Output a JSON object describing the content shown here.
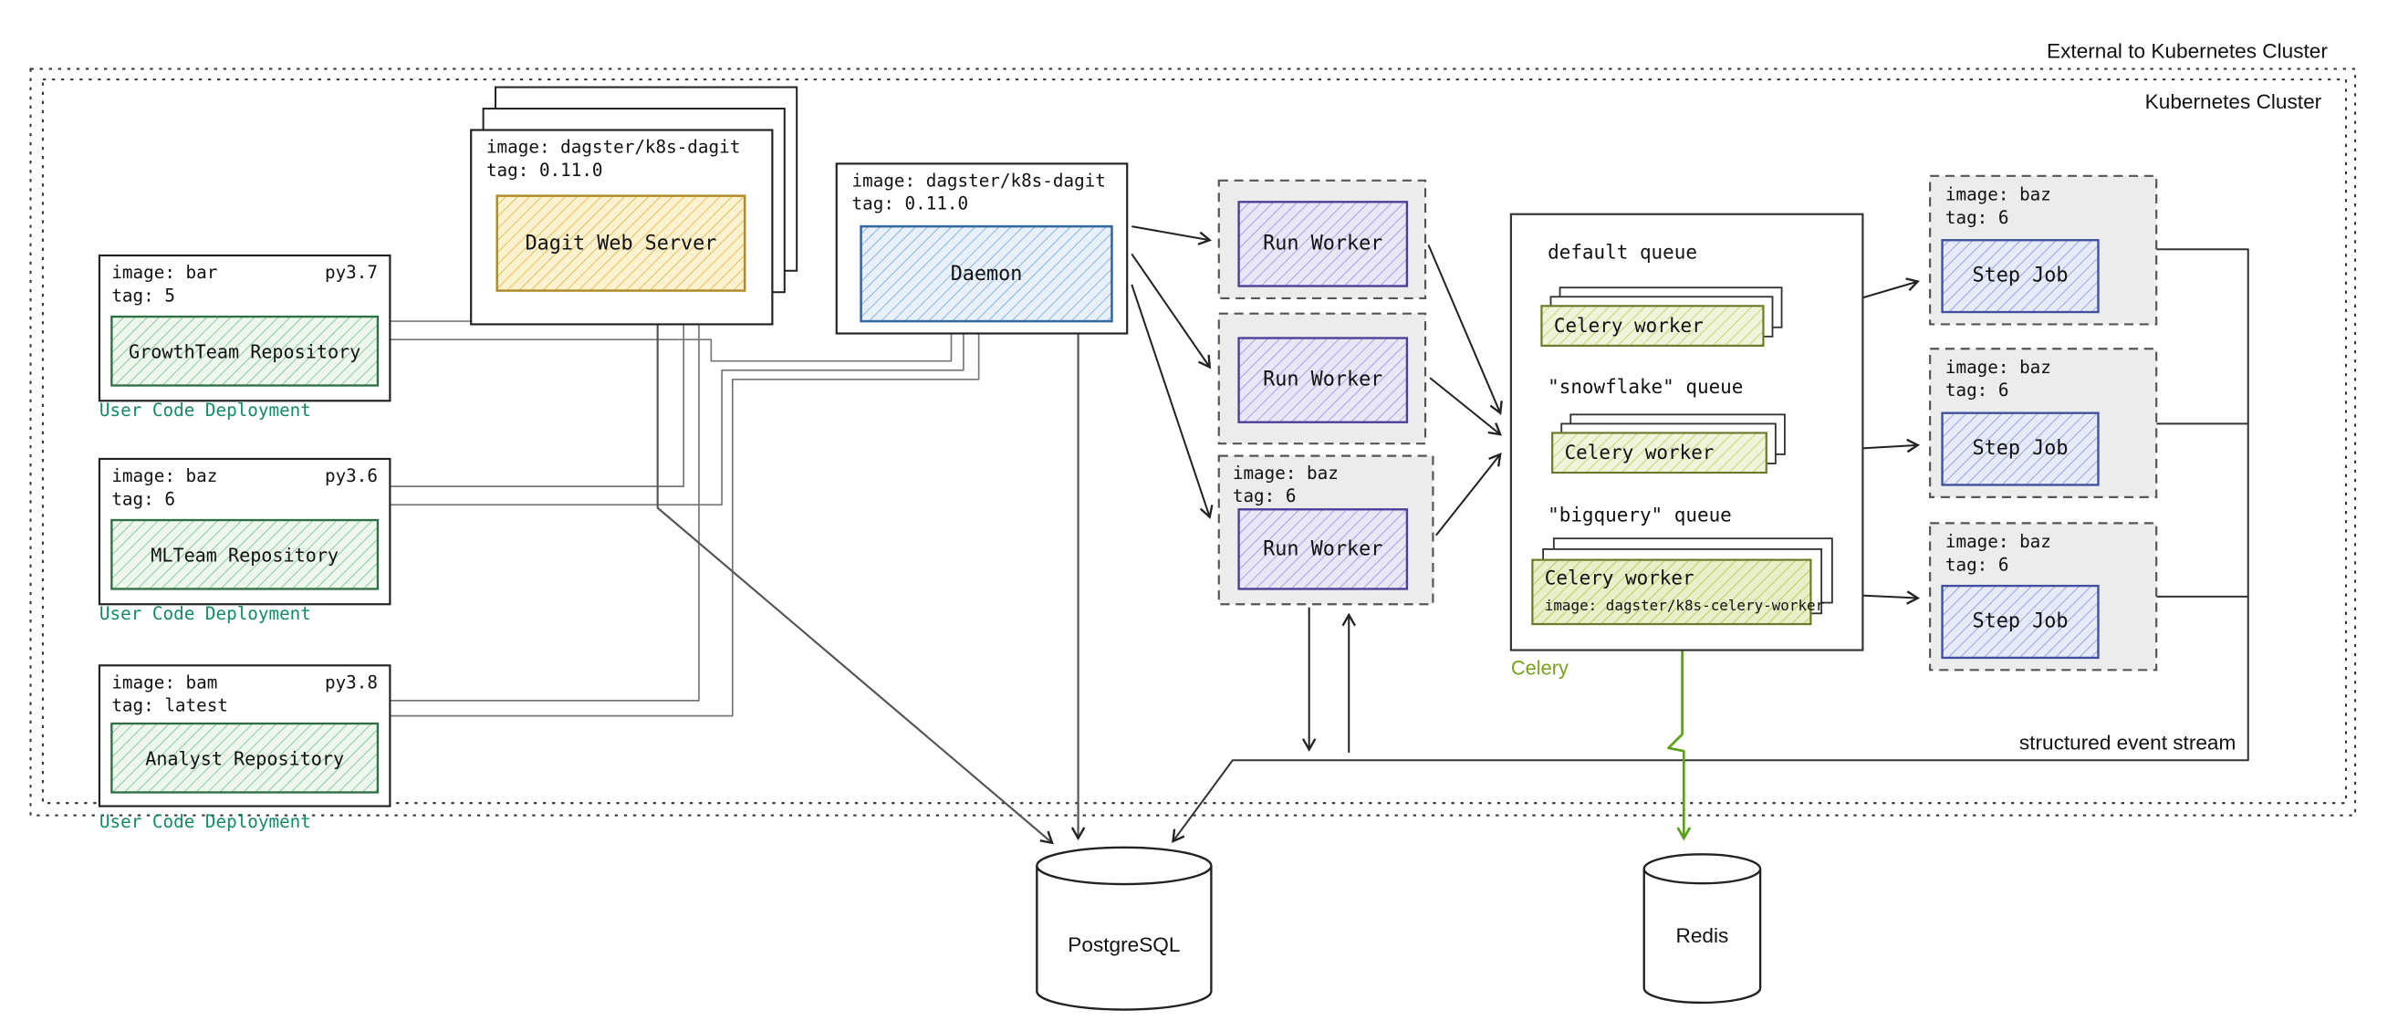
{
  "boundaries": {
    "external_label": "External to Kubernetes Cluster",
    "cluster_label": "Kubernetes Cluster"
  },
  "user_code_deployments": [
    {
      "image": "image: bar",
      "py": "py3.7",
      "tag": "tag: 5",
      "repository": "GrowthTeam Repository",
      "caption": "User Code Deployment"
    },
    {
      "image": "image: baz",
      "py": "py3.6",
      "tag": "tag: 6",
      "repository": "MLTeam Repository",
      "caption": "User Code Deployment"
    },
    {
      "image": "image: bam",
      "py": "py3.8",
      "tag": "tag: latest",
      "repository": "Analyst Repository",
      "caption": "User Code Deployment"
    }
  ],
  "dagit": {
    "image": "image: dagster/k8s-dagit",
    "tag": "tag: 0.11.0",
    "title": "Dagit Web Server"
  },
  "daemon": {
    "image": "image: dagster/k8s-dagit",
    "tag": "tag: 0.11.0",
    "title": "Daemon"
  },
  "run_workers": [
    {
      "title": "Run Worker"
    },
    {
      "title": "Run Worker"
    },
    {
      "title": "Run Worker",
      "image": "image: baz",
      "tag": "tag: 6"
    }
  ],
  "celery": {
    "caption": "Celery",
    "queues": [
      {
        "name": "default queue",
        "worker": "Celery worker"
      },
      {
        "name": "\"snowflake\" queue",
        "worker": "Celery worker"
      },
      {
        "name": "\"bigquery\" queue",
        "worker": "Celery worker",
        "worker_image": "image: dagster/k8s-celery-worker"
      }
    ]
  },
  "step_jobs": [
    {
      "image": "image: baz",
      "tag": "tag: 6",
      "title": "Step Job"
    },
    {
      "image": "image: baz",
      "tag": "tag: 6",
      "title": "Step Job"
    },
    {
      "image": "image: baz",
      "tag": "tag: 6",
      "title": "Step Job"
    }
  ],
  "datastores": {
    "postgres": "PostgreSQL",
    "redis": "Redis"
  },
  "annotations": {
    "event_stream": "structured event stream"
  },
  "colors": {
    "user_code_caption": "#128a66",
    "celery_caption": "#7aa21d",
    "redis_arrow": "#5aa11a",
    "repo_border": "#2f6f44",
    "dagit_border": "#b08d2a",
    "daemon_border": "#33679e",
    "run_worker_border": "#4a3f96",
    "step_job_border": "#3f4f9e",
    "celery_worker_border": "#6b7a2a"
  }
}
